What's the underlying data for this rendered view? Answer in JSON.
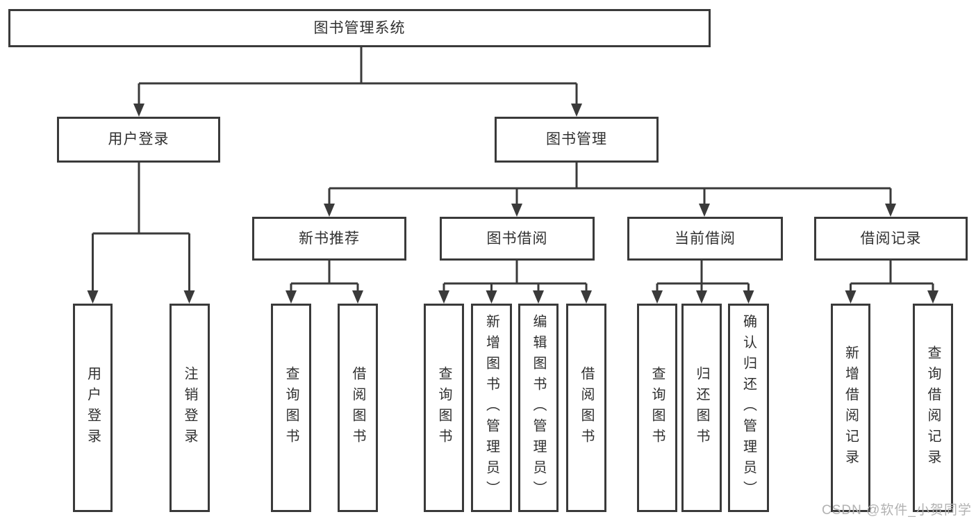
{
  "tree": {
    "label": "图书管理系统",
    "children": [
      {
        "label": "用户登录",
        "children": [
          {
            "label": "用户登录"
          },
          {
            "label": "注销登录"
          }
        ]
      },
      {
        "label": "图书管理",
        "children": [
          {
            "label": "新书推荐",
            "children": [
              {
                "label": "查询图书"
              },
              {
                "label": "借阅图书"
              }
            ]
          },
          {
            "label": "图书借阅",
            "children": [
              {
                "label": "查询图书"
              },
              {
                "label": "新增图书（管理员）"
              },
              {
                "label": "编辑图书（管理员）"
              },
              {
                "label": "借阅图书"
              }
            ]
          },
          {
            "label": "当前借阅",
            "children": [
              {
                "label": "查询图书"
              },
              {
                "label": "归还图书"
              },
              {
                "label": "确认归还（管理员）"
              }
            ]
          },
          {
            "label": "借阅记录",
            "children": [
              {
                "label": "新增借阅记录"
              },
              {
                "label": "查询借阅记录"
              }
            ]
          }
        ]
      }
    ]
  },
  "watermark": "CSDN @软件_小贺同学",
  "colors": {
    "line": "#3a3a3a",
    "text": "#303030",
    "watermark": "#b2b2b2",
    "background": "#ffffff"
  }
}
